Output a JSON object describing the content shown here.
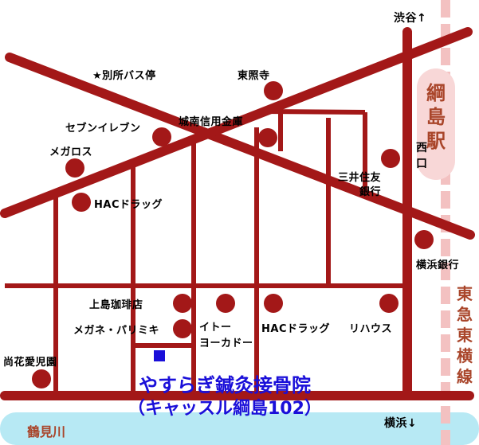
{
  "colors": {
    "road": "#a31818",
    "landmark": "#a31818",
    "target": "#1a0fd9",
    "river": "#b7e9f4",
    "station_rail": "#f3c1c1",
    "station_box": "#f8d7d7",
    "accent_text": "#a9452a"
  },
  "icons": {
    "target_marker": "blue-square",
    "landmark": "dark-red-circle",
    "bus_stop": "star"
  },
  "directions": {
    "north": "渋谷↑",
    "south": "横浜↓"
  },
  "station": {
    "name": "綱島駅",
    "exit": "西口"
  },
  "railway": {
    "name": "東急東横線"
  },
  "river": {
    "name": "鶴見川"
  },
  "landmarks": [
    {
      "id": "bus-stop",
      "label": "★別所バス停"
    },
    {
      "id": "tosho-ji",
      "label": "東照寺"
    },
    {
      "id": "seven-eleven",
      "label": "セブンイレブン"
    },
    {
      "id": "jonan-shinkin",
      "label": "城南信用金庫"
    },
    {
      "id": "megalos",
      "label": "メガロス"
    },
    {
      "id": "mitsui-sumitomo",
      "label": "三井住友\n銀行"
    },
    {
      "id": "hac-drug-1",
      "label": "HACドラッグ"
    },
    {
      "id": "yokohama-bank",
      "label": "横浜銀行"
    },
    {
      "id": "ueshima-coffee",
      "label": "上島珈琲店"
    },
    {
      "id": "ito-yokado",
      "label": "イトー\nヨーカドー"
    },
    {
      "id": "hac-drug-2",
      "label": "HACドラッグ"
    },
    {
      "id": "rihouse",
      "label": "リハウス"
    },
    {
      "id": "megane-paris-miki",
      "label": "メガネ・パリミキ"
    },
    {
      "id": "shoka-aijien",
      "label": "尚花愛児園"
    }
  ],
  "clinic": {
    "name": "やすらぎ鍼灸接骨院",
    "address": "（キャッスル綱島102）"
  }
}
